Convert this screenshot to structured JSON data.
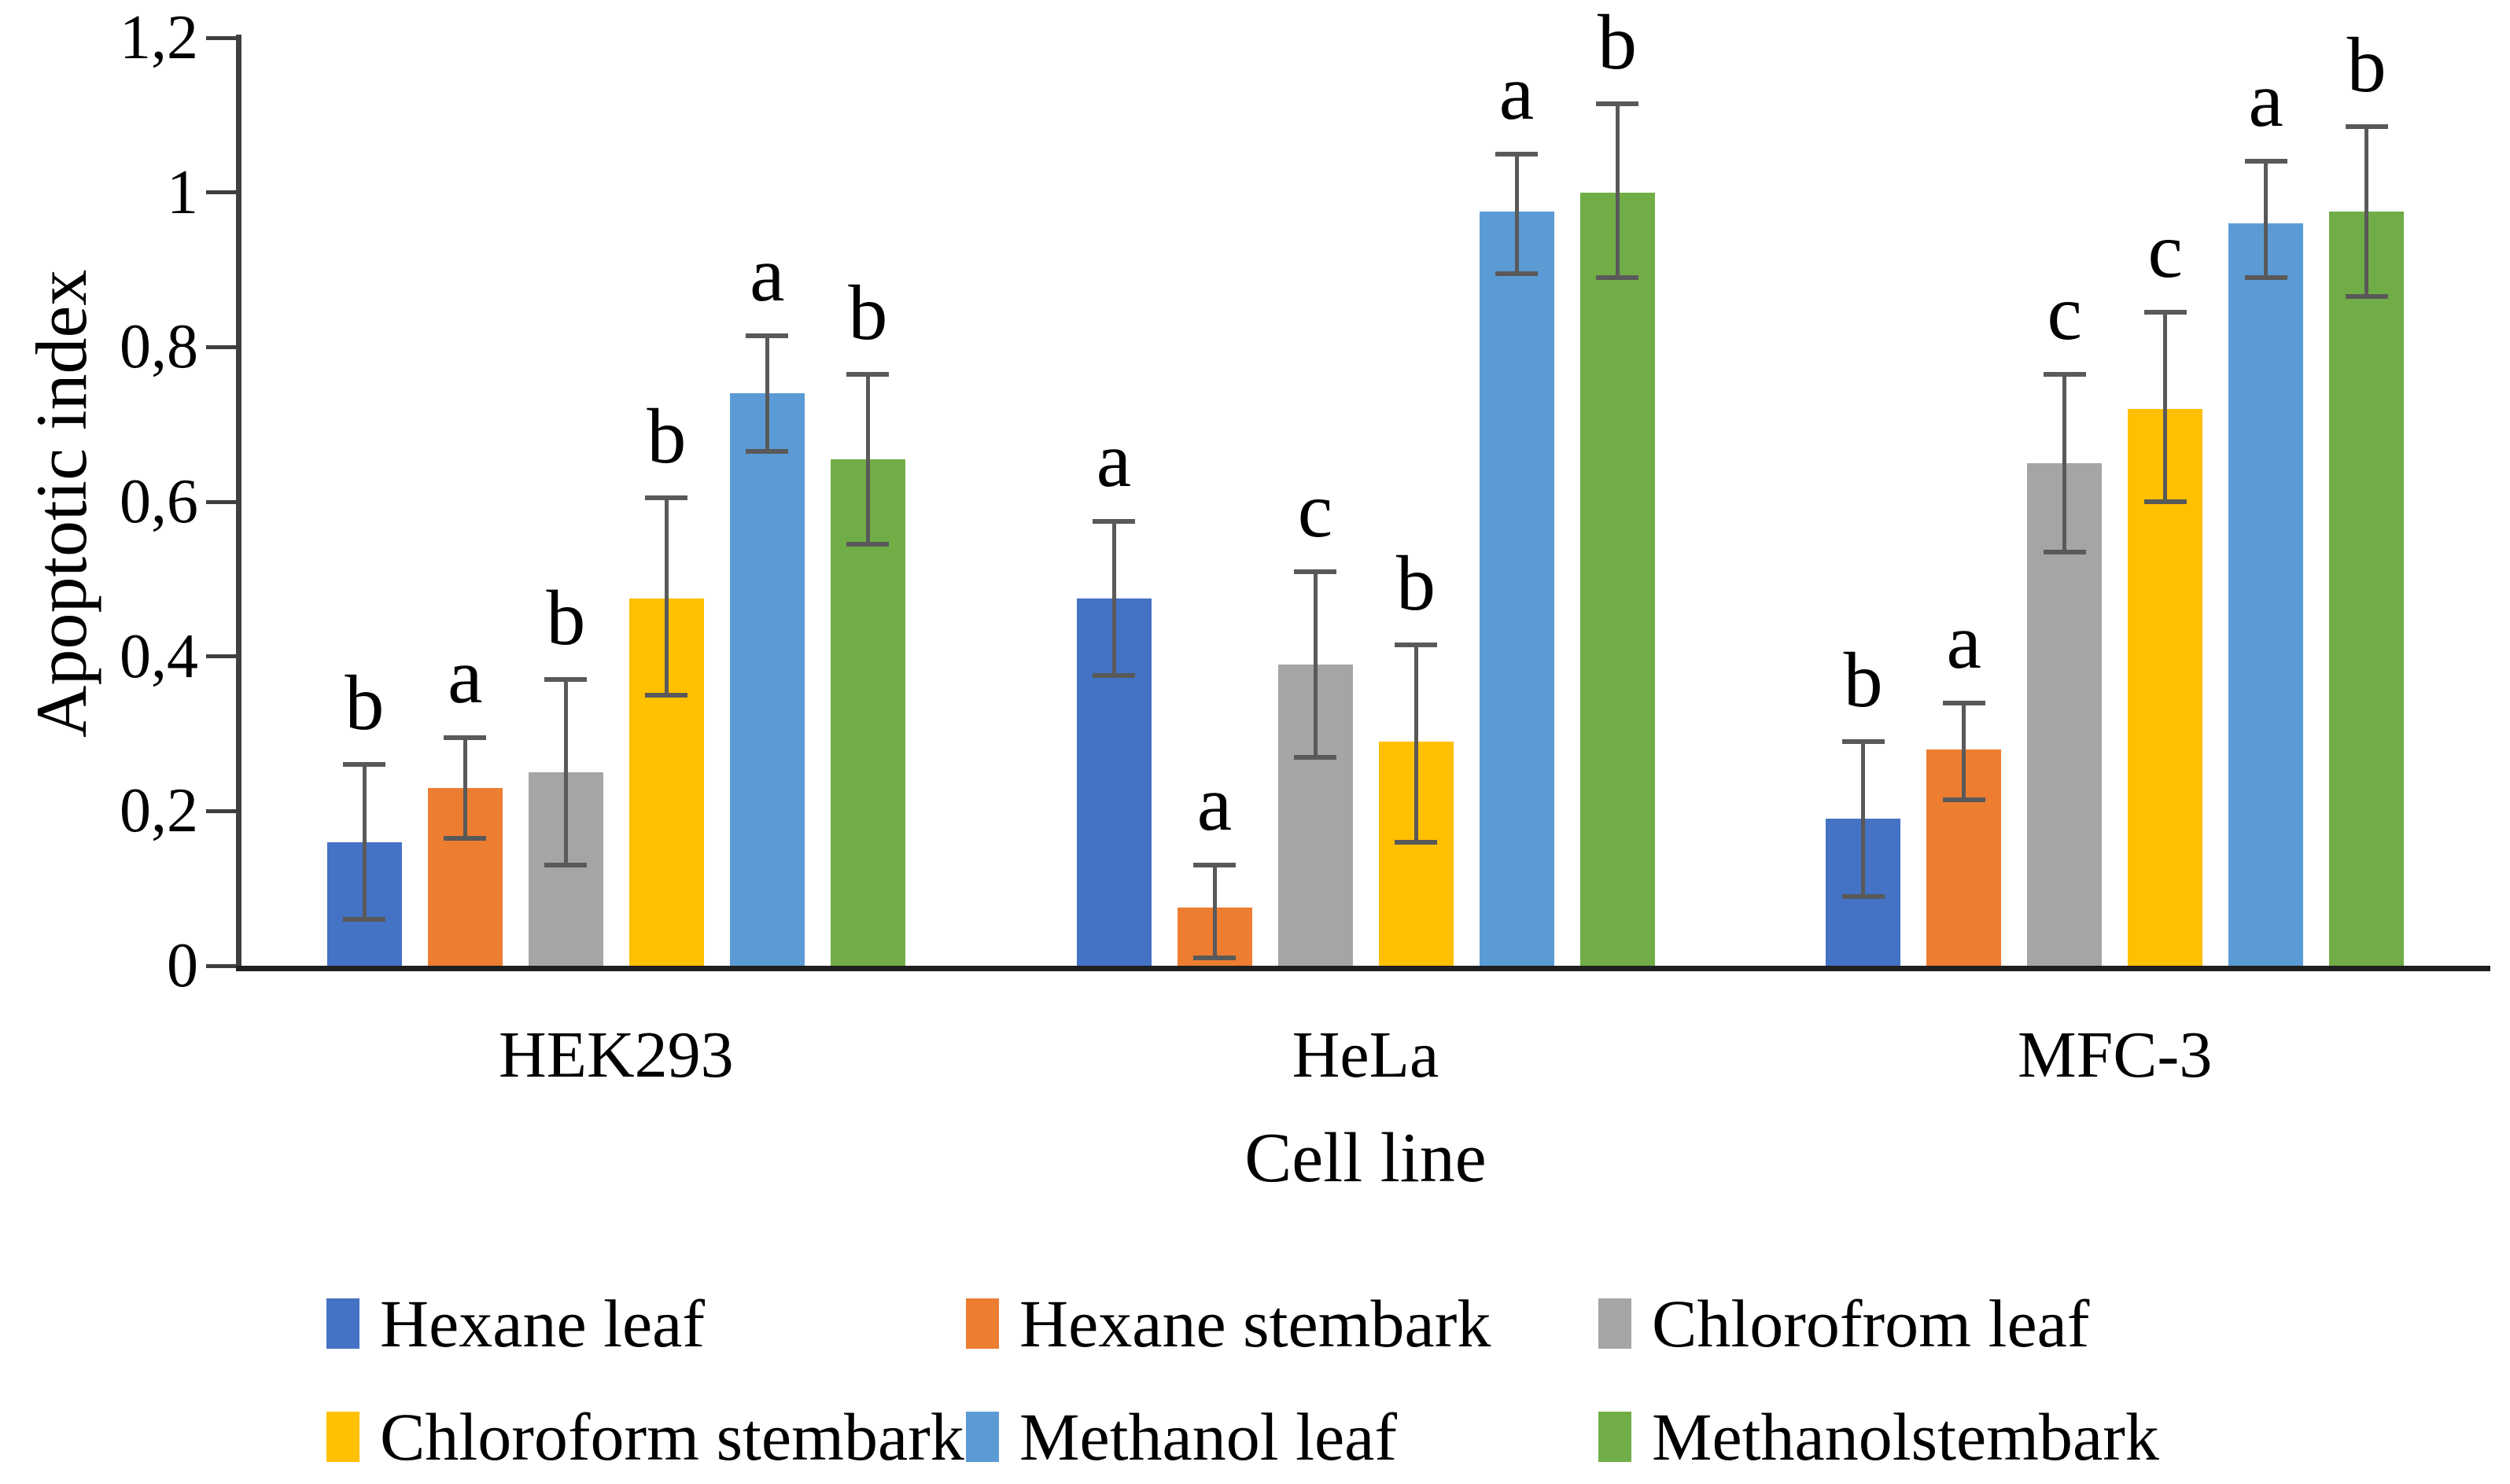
{
  "chart_data": {
    "type": "bar",
    "title": "",
    "xlabel": "Cell line",
    "ylabel": "Apoptotic index",
    "ylim": [
      0,
      1.2
    ],
    "grid": false,
    "legend_position": "bottom",
    "decimal_style": "comma",
    "ytick_values": [
      0,
      0.2,
      0.4,
      0.6,
      0.8,
      1.0,
      1.2
    ],
    "ytick_labels": [
      "0",
      "0,2",
      "0,4",
      "0,6",
      "0,8",
      "1",
      "1,2"
    ],
    "categories": [
      "HEK293",
      "HeLa",
      "MFC-3"
    ],
    "series": [
      {
        "name": "Hexane leaf",
        "color": "#4472C4",
        "values": [
          0.16,
          0.475,
          0.19
        ],
        "err_low": [
          0.06,
          0.375,
          0.09
        ],
        "err_high": [
          0.26,
          0.575,
          0.29
        ],
        "letters": [
          "b",
          "a",
          "b"
        ]
      },
      {
        "name": "Hexane stembark",
        "color": "#ED7D31",
        "values": [
          0.23,
          0.075,
          0.28
        ],
        "err_low": [
          0.165,
          0.01,
          0.215
        ],
        "err_high": [
          0.295,
          0.13,
          0.34
        ],
        "letters": [
          "a",
          "a",
          "a"
        ]
      },
      {
        "name": "Chlorofrom leaf",
        "color": "#A5A5A5",
        "values": [
          0.25,
          0.39,
          0.65
        ],
        "err_low": [
          0.13,
          0.27,
          0.535
        ],
        "err_high": [
          0.37,
          0.51,
          0.765
        ],
        "letters": [
          "b",
          "c",
          "c"
        ]
      },
      {
        "name": "Chloroform stembark",
        "color": "#FFC000",
        "values": [
          0.475,
          0.29,
          0.72
        ],
        "err_low": [
          0.35,
          0.16,
          0.6
        ],
        "err_high": [
          0.605,
          0.415,
          0.845
        ],
        "letters": [
          "b",
          "b",
          "c"
        ]
      },
      {
        "name": "Methanol leaf",
        "color": "#5B9BD5",
        "values": [
          0.74,
          0.975,
          0.96
        ],
        "err_low": [
          0.665,
          0.895,
          0.89
        ],
        "err_high": [
          0.815,
          1.05,
          1.04
        ],
        "letters": [
          "a",
          "a",
          "a"
        ]
      },
      {
        "name": "Methanolstembark",
        "color": "#70AD47",
        "values": [
          0.655,
          1.0,
          0.975
        ],
        "err_low": [
          0.545,
          0.89,
          0.865
        ],
        "err_high": [
          0.765,
          1.115,
          1.085
        ],
        "letters": [
          "b",
          "b",
          "b"
        ]
      }
    ],
    "legend_rows": [
      [
        "Hexane leaf",
        "Hexane stembark",
        "Chlorofrom leaf"
      ],
      [
        "Chloroform stembark",
        "Methanol leaf",
        "Methanolstembark"
      ]
    ],
    "error_bar_color": "#595959",
    "axis_color": "#3f3f3f"
  }
}
